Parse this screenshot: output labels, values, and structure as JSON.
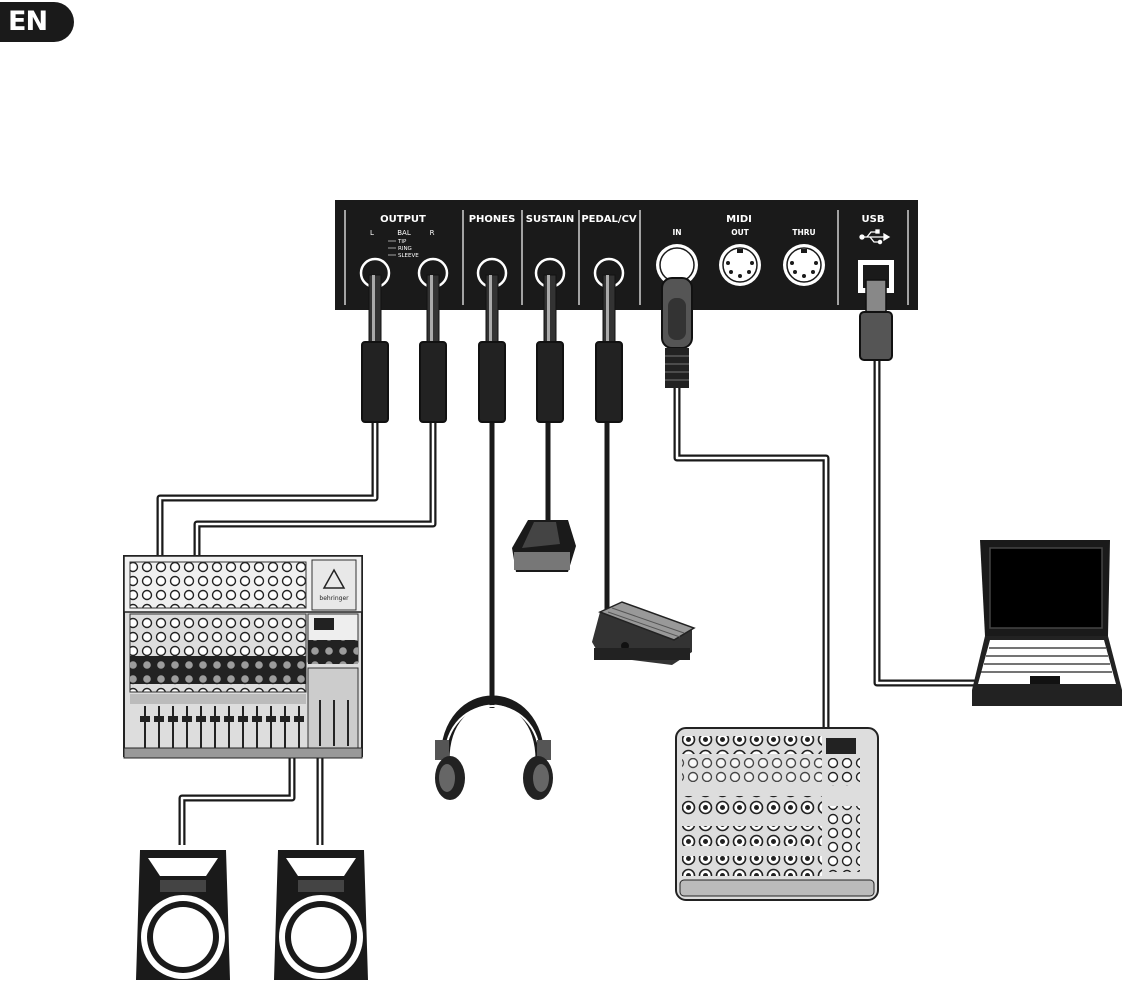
{
  "language_badge": "EN",
  "panel": {
    "output_label": "OUTPUT",
    "left_label": "L",
    "bal_label": "BAL",
    "right_label": "R",
    "tip_label": "TIP",
    "ring_label": "RING",
    "sleeve_label": "SLEEVE",
    "phones_label": "PHONES",
    "sustain_label": "SUSTAIN",
    "pedal_cv_label": "PEDAL/CV",
    "midi_label": "MIDI",
    "midi_in_label": "IN",
    "midi_out_label": "OUT",
    "midi_thru_label": "THRU",
    "usb_label": "USB"
  },
  "mixer": {
    "brand": "behringer"
  },
  "colors": {
    "panel": "#1a1a1a",
    "line": "#1a1a1a",
    "background": "#ffffff"
  },
  "icons": [
    "usb-symbol-icon",
    "behringer-logo-icon"
  ]
}
